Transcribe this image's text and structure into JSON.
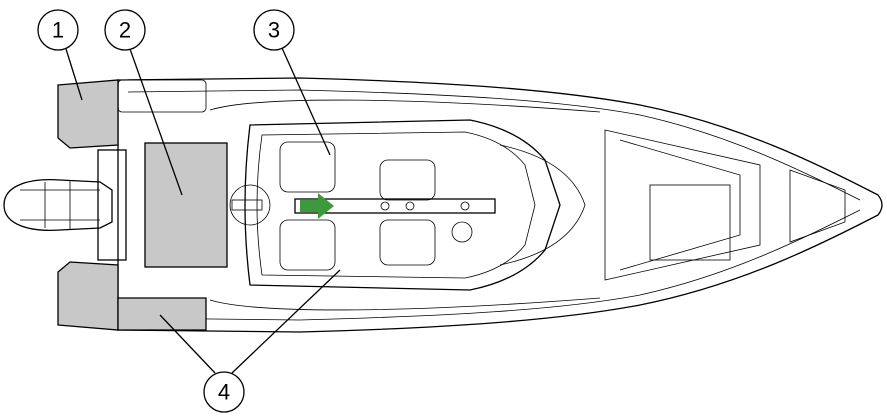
{
  "diagram": {
    "subject": "boat-top-view",
    "callouts": [
      {
        "label": "1"
      },
      {
        "label": "2"
      },
      {
        "label": "3"
      },
      {
        "label": "4"
      }
    ],
    "colors": {
      "highlight": "#c8c8c8",
      "arrow": "#3c9a3c"
    }
  }
}
